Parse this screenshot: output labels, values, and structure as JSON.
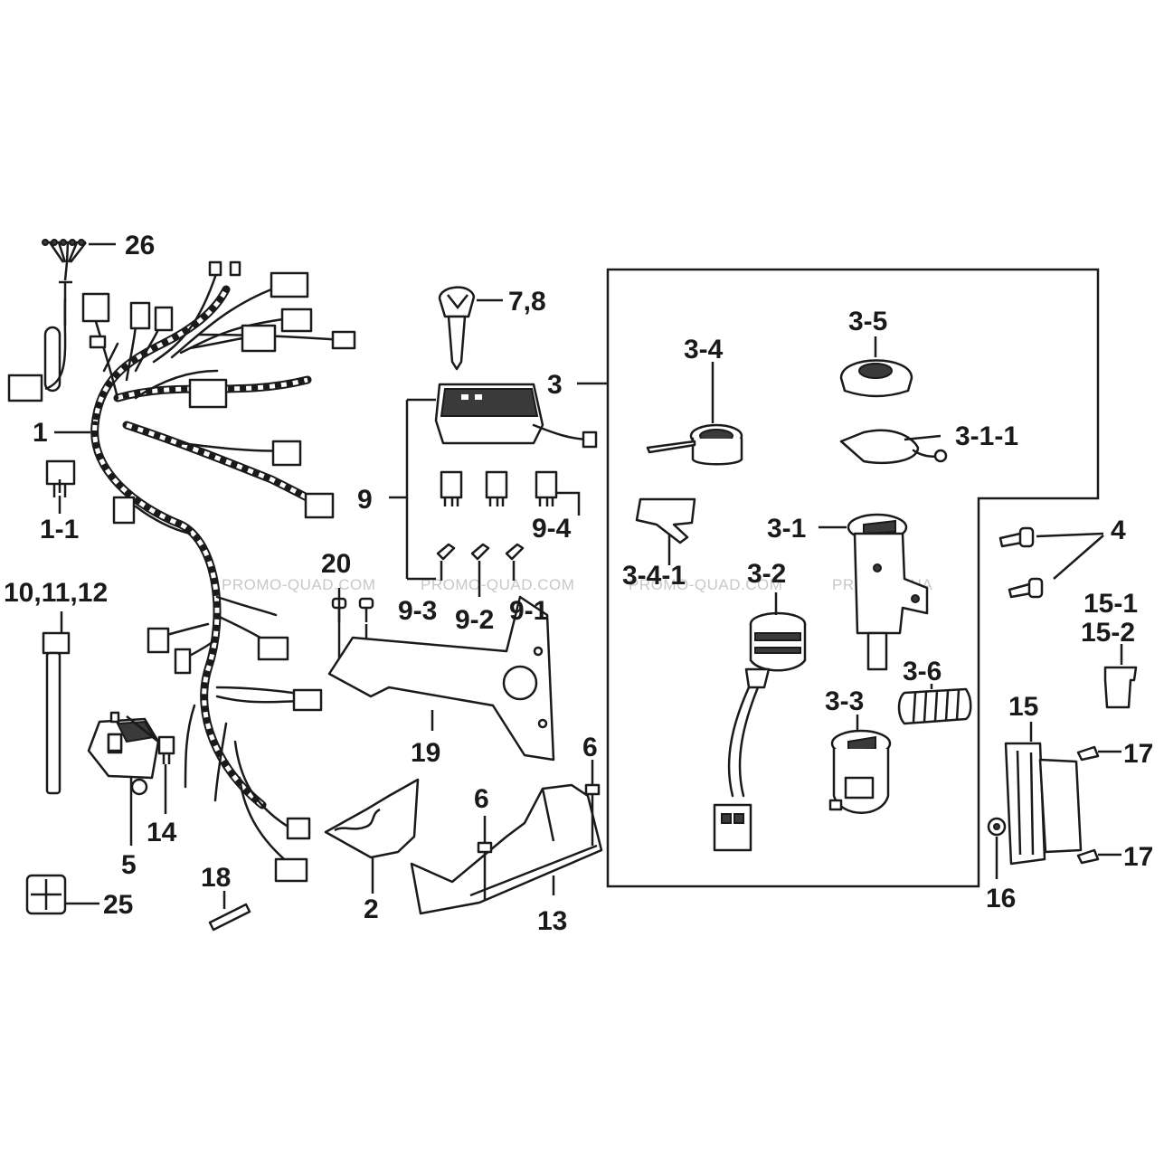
{
  "labels": {
    "l26": "26",
    "l1": "1",
    "l1_1": "1-1",
    "l10_11_12": "10,11,12",
    "l5": "5",
    "l14": "14",
    "l25": "25",
    "l18": "18",
    "l2": "2",
    "l7_8": "7,8",
    "l9": "9",
    "l9_4": "9-4",
    "l9_3": "9-3",
    "l9_2": "9-2",
    "l9_1": "9-1",
    "l20": "20",
    "l19": "19",
    "l6a": "6",
    "l6b": "6",
    "l13": "13",
    "l3": "3",
    "l3_4": "3-4",
    "l3_5": "3-5",
    "l3_1_1": "3-1-1",
    "l3_4_1": "3-4-1",
    "l3_1": "3-1",
    "l3_2": "3-2",
    "l3_6": "3-6",
    "l3_3": "3-3",
    "l4": "4",
    "l15_1": "15-1",
    "l15_2": "15-2",
    "l15": "15",
    "l17a": "17",
    "l17b": "17",
    "l16": "16"
  },
  "watermarks": {
    "w1": "PROMO-QUAD.COM",
    "w2": "PROMO-QUAD.COM",
    "w3": "PROMO-QUAD.COM",
    "w4": "PROMO-QUA"
  },
  "colors": {
    "ink": "#1a1a1a",
    "background": "#ffffff",
    "watermark": "#c8c8c8"
  }
}
